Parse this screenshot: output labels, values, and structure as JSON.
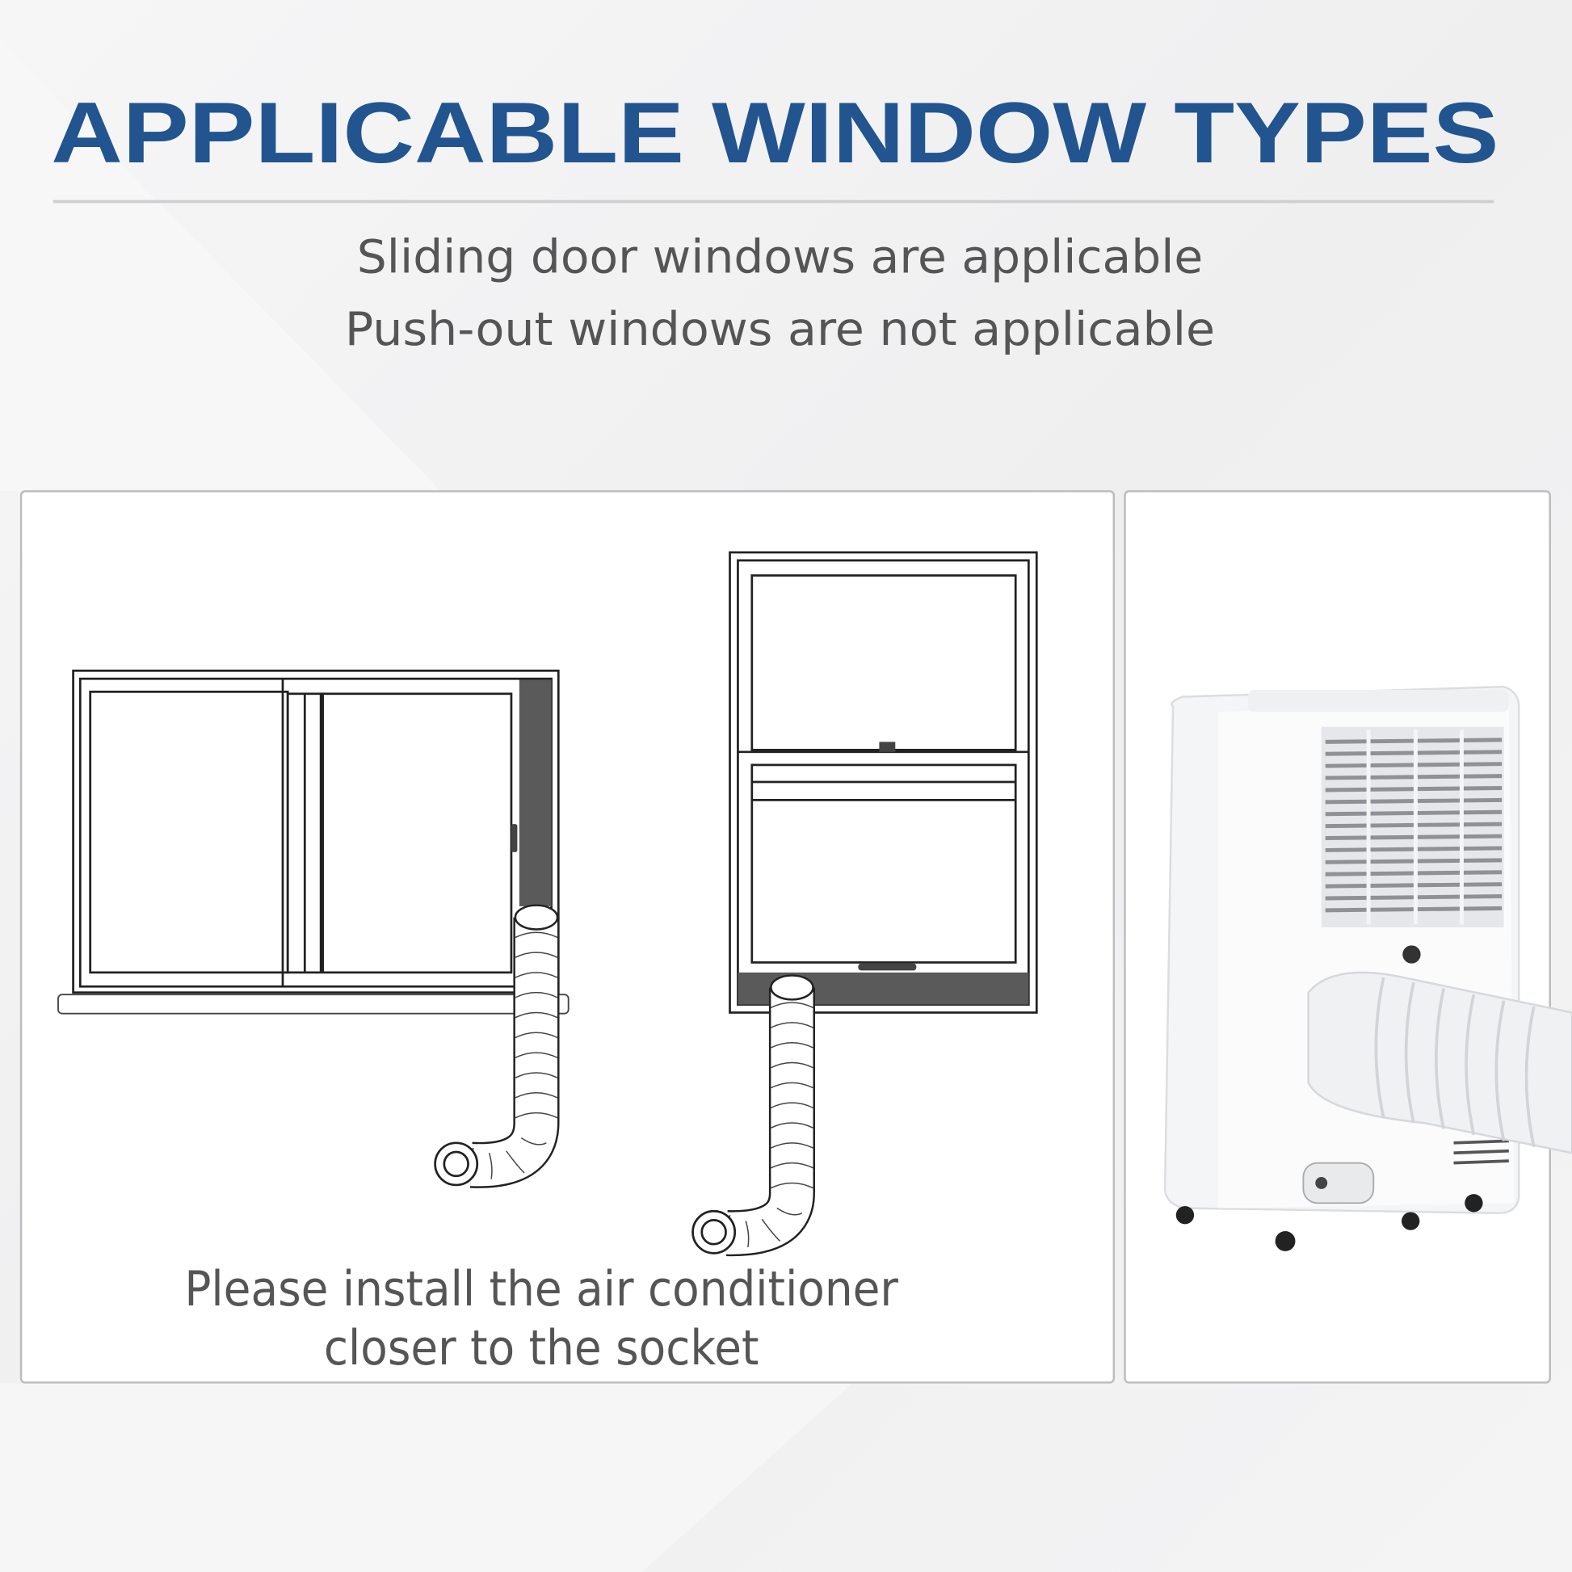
{
  "header": {
    "title": "APPLICABLE WINDOW TYPES",
    "line1": "Sliding door windows are applicable",
    "line2": "Push-out windows are not applicable"
  },
  "diagram": {
    "note_line1": "Please install the air conditioner",
    "note_line2": "closer to the socket"
  },
  "colors": {
    "accent": "#22548f",
    "text": "#555555",
    "background": "#f1f1f2"
  }
}
